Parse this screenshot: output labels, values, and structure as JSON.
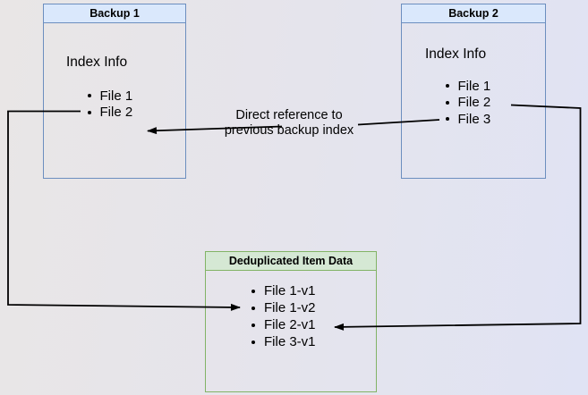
{
  "diagram": {
    "backup1": {
      "title": "Backup 1",
      "section_label": "Index Info",
      "files": [
        "File 1",
        "File 2"
      ]
    },
    "backup2": {
      "title": "Backup 2",
      "section_label": "Index Info",
      "files": [
        "File 1",
        "File 2",
        "File 3"
      ]
    },
    "dedup_store": {
      "title": "Deduplicated Item Data",
      "files": [
        "File 1-v1",
        "File 1-v2",
        "File 2-v1",
        "File 3-v1"
      ]
    },
    "annotation": {
      "line1": "Direct reference to",
      "line2": "previous backup index"
    },
    "colors": {
      "backup_header_fill": "#dae8fc",
      "backup_border": "#6c8ebf",
      "dedup_header_fill": "#d5e8d4",
      "dedup_border": "#82b366",
      "arrow": "#000000"
    }
  }
}
